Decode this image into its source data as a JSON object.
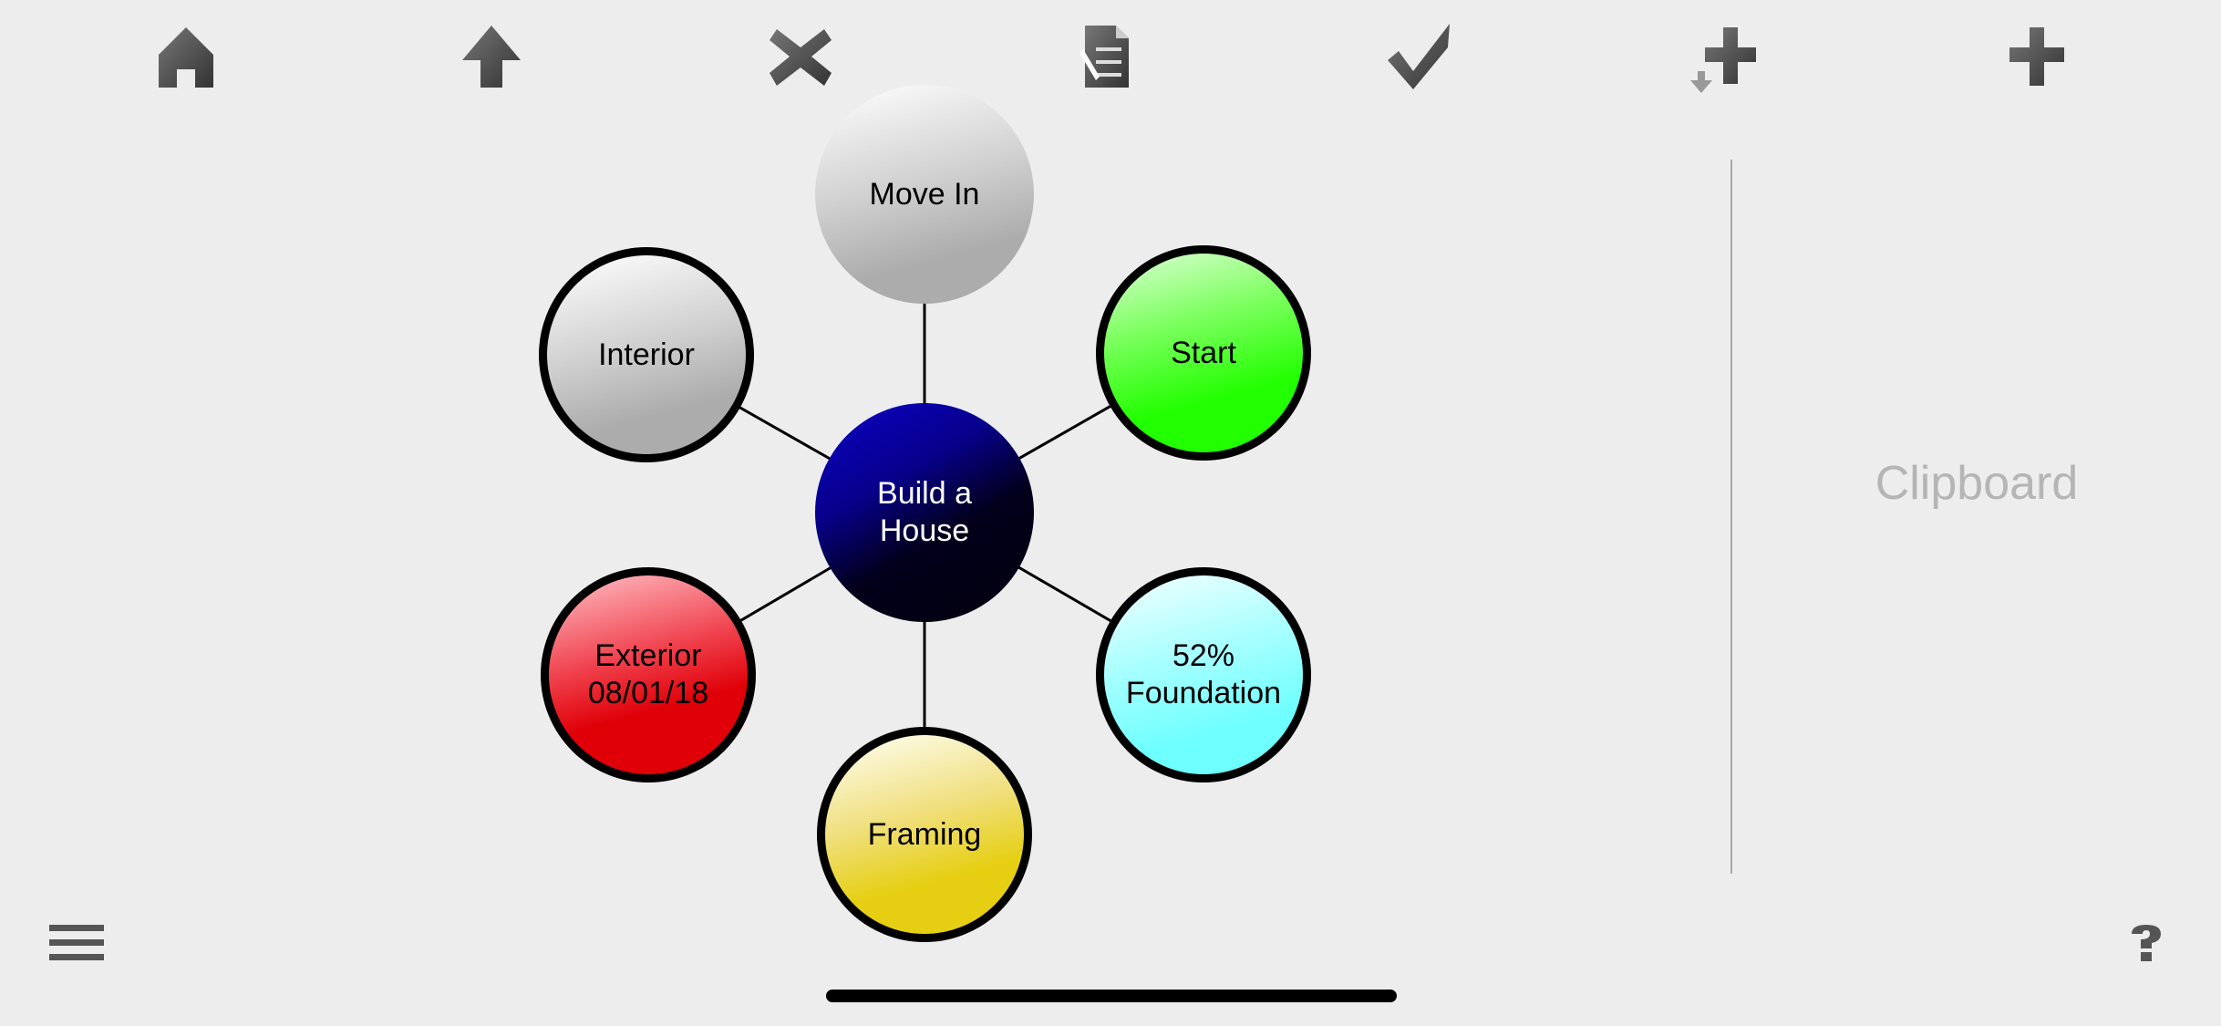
{
  "toolbar": {
    "items": [
      {
        "icon": "home-icon"
      },
      {
        "icon": "arrow-up-icon"
      },
      {
        "icon": "delete-x-icon"
      },
      {
        "icon": "edit-document-icon"
      },
      {
        "icon": "checkmark-icon"
      },
      {
        "icon": "add-child-icon"
      },
      {
        "icon": "add-icon"
      }
    ]
  },
  "mindmap": {
    "center": {
      "label_line1": "Build a",
      "label_line2": "House"
    },
    "nodes": {
      "move_in": {
        "label": "Move In"
      },
      "interior": {
        "label": "Interior"
      },
      "start": {
        "label": "Start"
      },
      "exterior": {
        "line1": "Exterior",
        "line2": "08/01/18"
      },
      "foundation": {
        "line1": "52%",
        "line2": "Foundation"
      },
      "framing": {
        "label": "Framing"
      }
    }
  },
  "clipboard": {
    "label": "Clipboard"
  },
  "colors": {
    "background": "#ededed",
    "center": "#0a00b8",
    "start": "#22ff00",
    "exterior": "#e00008",
    "foundation": "#6effff",
    "framing": "#e6cf12",
    "gray": "#aeaeae"
  }
}
